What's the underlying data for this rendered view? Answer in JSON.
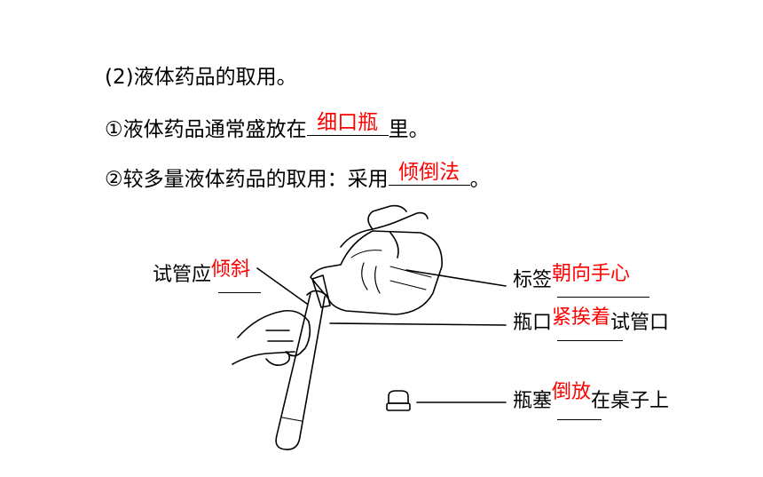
{
  "heading": "(2)液体药品的取用。",
  "item1": {
    "prefix": "①液体药品通常盛放在",
    "answer": "细口瓶",
    "suffix": "里。"
  },
  "item2": {
    "prefix": "②较多量液体药品的取用：采用",
    "answer": "倾倒法",
    "suffix": "。"
  },
  "diagram": {
    "tube_label": "试管应",
    "tube_answer": "倾斜",
    "label_prefix": "标签",
    "label_answer": "朝向手心",
    "mouth_prefix": "瓶口",
    "mouth_answer": "紧挨着",
    "mouth_suffix": "试管口",
    "stopper_prefix": "瓶塞",
    "stopper_answer": "倒放",
    "stopper_suffix": "在桌子上"
  },
  "colors": {
    "answer": "#ff0000",
    "text": "#000000"
  }
}
